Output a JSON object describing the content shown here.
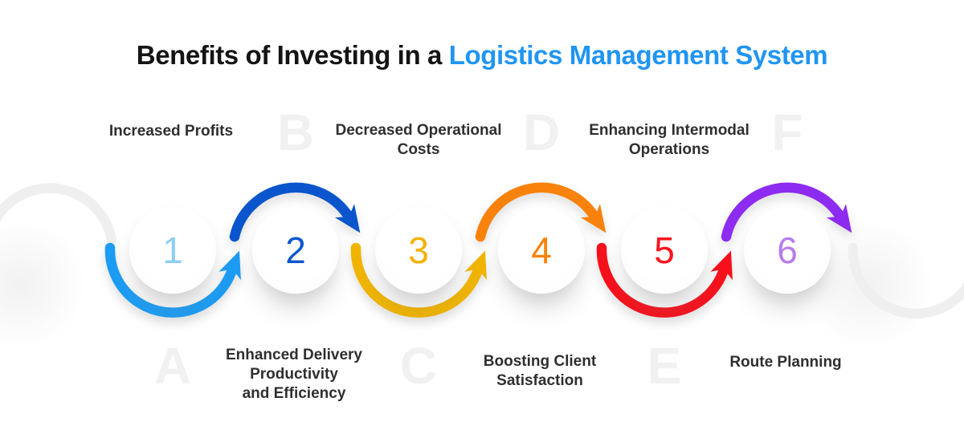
{
  "title": {
    "prefix": "Benefits of Investing in a ",
    "highlight": "Logistics Management System"
  },
  "colors": {
    "title_prefix": "#141414",
    "title_highlight": "#2095F3",
    "label_text": "#2F2F2F",
    "background_letter": "#F1F1F1",
    "ghost_arc": "#EFEFEF"
  },
  "steps": [
    {
      "number": "1",
      "letter": "A",
      "label": "Increased Profits",
      "label_position": "top",
      "arc_position": "bottom",
      "arc_color": "#1C9CF4",
      "number_color": "#8FCDF6"
    },
    {
      "number": "2",
      "letter": "B",
      "label": "Enhanced Delivery\nProductivity\nand Efficiency",
      "label_position": "bottom",
      "arc_position": "top",
      "arc_color": "#0A55CC",
      "number_color": "#0D57CC"
    },
    {
      "number": "3",
      "letter": "C",
      "label": "Decreased Operational\nCosts",
      "label_position": "top",
      "arc_position": "bottom",
      "arc_color": "#F0B400",
      "number_color": "#F5B105"
    },
    {
      "number": "4",
      "letter": "D",
      "label": "Boosting Client\nSatisfaction",
      "label_position": "bottom",
      "arc_position": "top",
      "arc_color": "#F8820B",
      "number_color": "#F8820B"
    },
    {
      "number": "5",
      "letter": "E",
      "label": "Enhancing Intermodal\nOperations",
      "label_position": "top",
      "arc_position": "bottom",
      "arc_color": "#F6111C",
      "number_color": "#FB141C"
    },
    {
      "number": "6",
      "letter": "F",
      "label": "Route Planning",
      "label_position": "bottom",
      "arc_position": "top",
      "arc_color": "#8E2BF0",
      "number_color": "#B77CEC"
    }
  ]
}
